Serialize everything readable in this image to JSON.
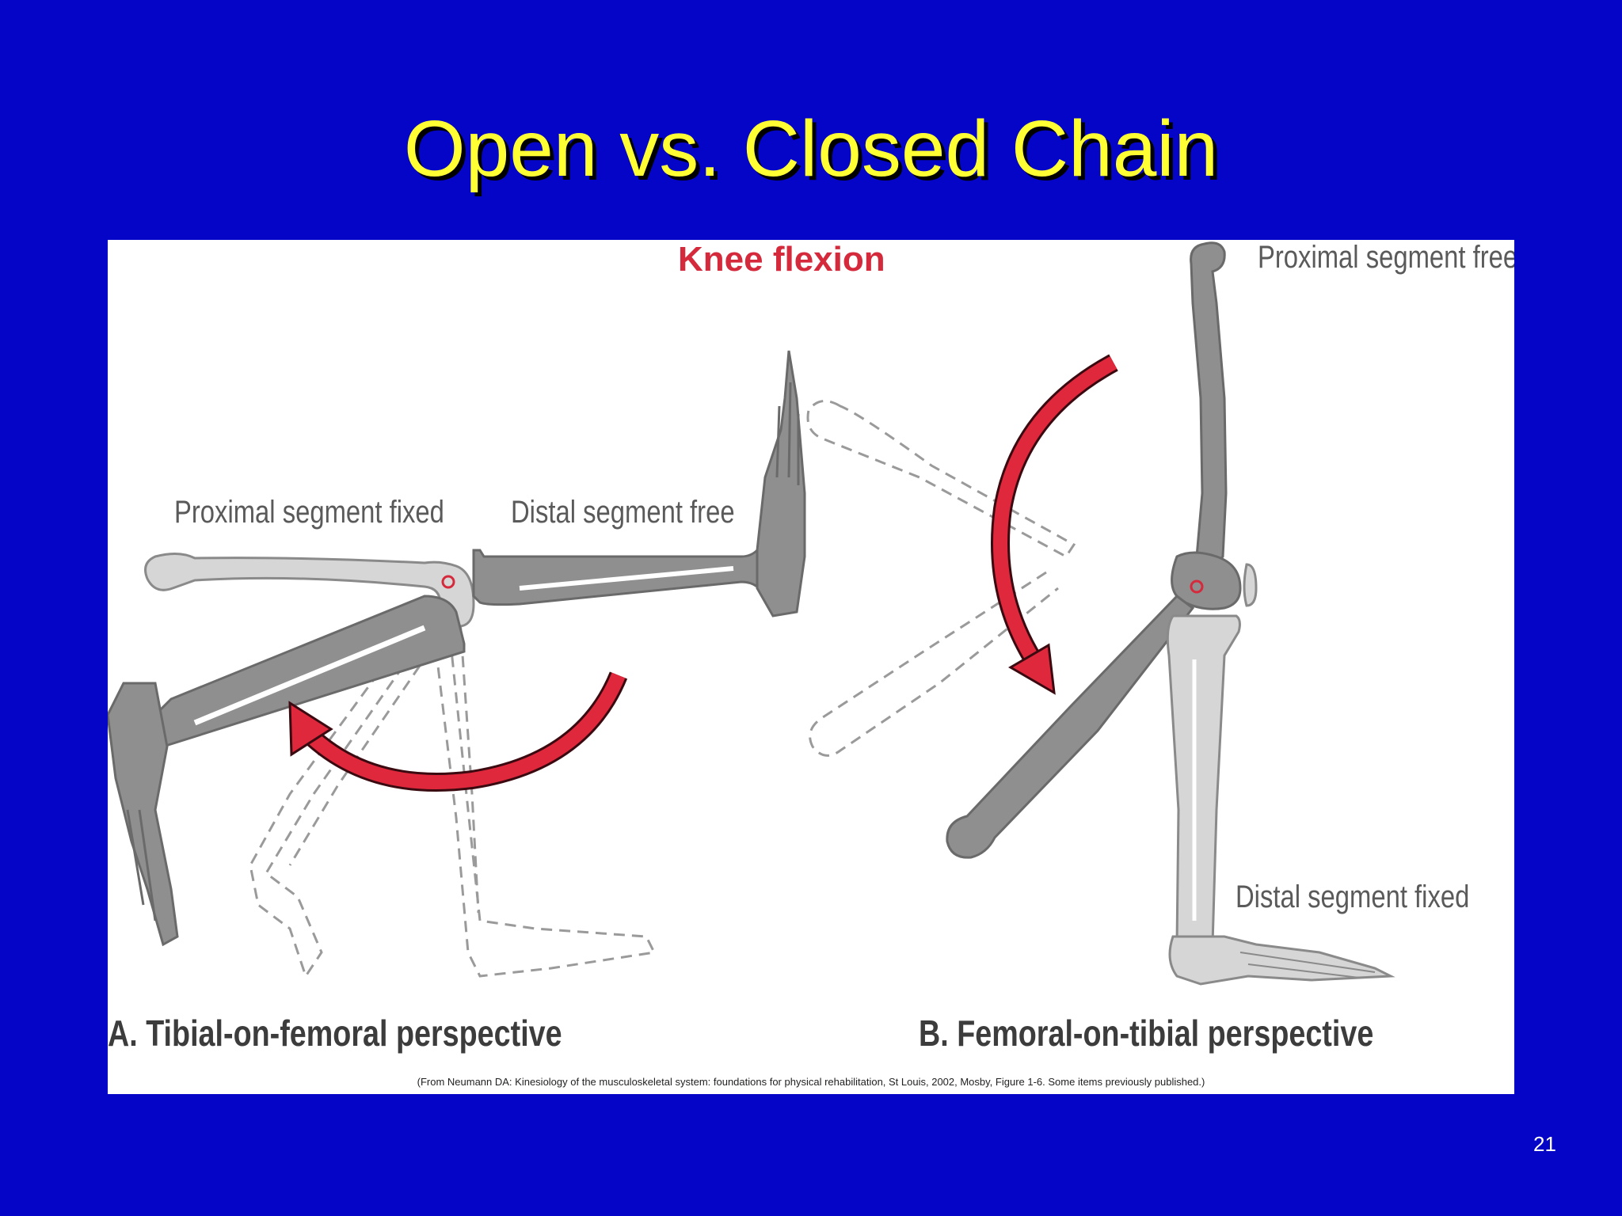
{
  "slide": {
    "title": "Open vs. Closed Chain",
    "number": "21"
  },
  "figure": {
    "heading": "Knee flexion",
    "panel_a": {
      "caption": "A. Tibial-on-femoral perspective",
      "label_proximal": "Proximal segment fixed",
      "label_distal": "Distal segment free"
    },
    "panel_b": {
      "caption": "B. Femoral-on-tibial perspective",
      "label_proximal": "Proximal segment free",
      "label_distal": "Distal segment fixed"
    },
    "credit": "(From Neumann DA: Kinesiology of the musculoskeletal system: foundations for physical rehabilitation, St Louis, 2002, Mosby, Figure 1-6. Some items previously published.)"
  },
  "colors": {
    "background": "#0505c8",
    "title": "#ffff33",
    "arrow": "#e0283c",
    "bone_dark": "#8a8a8a",
    "bone_light": "#d6d6d6"
  },
  "icons": [
    "curved-arrow-icon",
    "knee-axis-icon"
  ]
}
